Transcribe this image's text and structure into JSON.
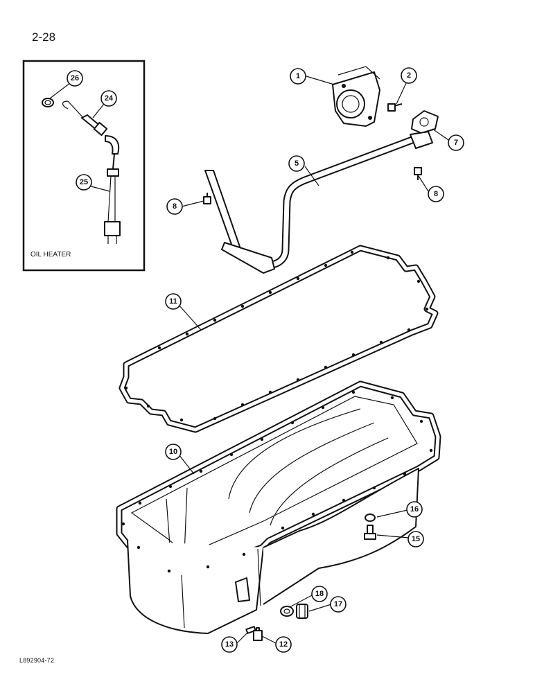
{
  "page": {
    "number": "2-28",
    "reference_code": "L892904-72"
  },
  "inset": {
    "label": "OIL HEATER"
  },
  "callouts": [
    {
      "id": "26",
      "label": "26"
    },
    {
      "id": "24",
      "label": "24"
    },
    {
      "id": "25",
      "label": "25"
    },
    {
      "id": "1",
      "label": "1"
    },
    {
      "id": "2",
      "label": "2"
    },
    {
      "id": "7",
      "label": "7"
    },
    {
      "id": "5",
      "label": "5"
    },
    {
      "id": "8a",
      "label": "8"
    },
    {
      "id": "8b",
      "label": "8"
    },
    {
      "id": "11",
      "label": "11"
    },
    {
      "id": "10",
      "label": "10"
    },
    {
      "id": "16",
      "label": "16"
    },
    {
      "id": "15",
      "label": "15"
    },
    {
      "id": "18",
      "label": "18"
    },
    {
      "id": "17",
      "label": "17"
    },
    {
      "id": "13",
      "label": "13"
    },
    {
      "id": "12",
      "label": "12"
    }
  ],
  "colors": {
    "ink": "#111111",
    "paper": "#ffffff"
  }
}
